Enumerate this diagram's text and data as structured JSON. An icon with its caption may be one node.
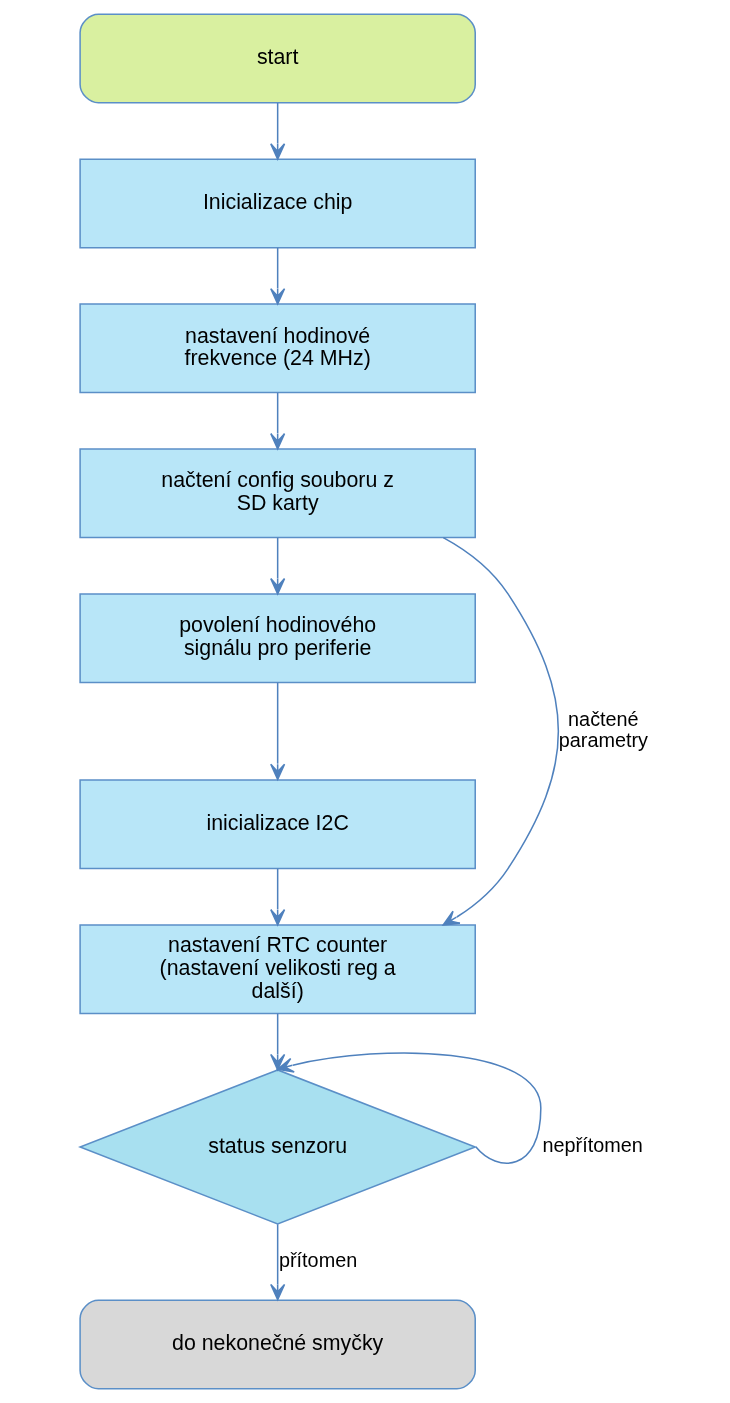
{
  "diagram": {
    "nodes": [
      {
        "text": [
          "start"
        ]
      },
      {
        "text": [
          "Inicializace chip"
        ]
      },
      {
        "text": [
          "nastavení hodinové frekvence (24 MHz)"
        ]
      },
      {
        "text": [
          "načtení config souboru z SD karty"
        ]
      },
      {
        "text": [
          "povolení hodinového signálu pro periferie"
        ]
      },
      {
        "text": [
          "inicializace I2C"
        ]
      },
      {
        "text": [
          "nastavení RTC counter (nastavení velikosti reg a další)"
        ]
      },
      {
        "text": [
          "status senzoru"
        ]
      },
      {
        "text": [
          "do nekonečné smyčky"
        ]
      }
    ],
    "edges": [
      {
        "from": 0,
        "to": 1,
        "arrow": "to"
      },
      {
        "from": 1,
        "to": 2,
        "arrow": "to"
      },
      {
        "from": 2,
        "to": 3,
        "arrow": "to"
      },
      {
        "from": 3,
        "to": 4,
        "arrow": "to"
      },
      {
        "from": 4,
        "to": 5,
        "arrow": "to"
      },
      {
        "from": 5,
        "to": 6,
        "arrow": "to"
      },
      {
        "from": 3,
        "to": 6,
        "arrow": "to",
        "label": "načtené parametry"
      },
      {
        "from": 6,
        "to": 7,
        "arrow": "to"
      },
      {
        "from": 7,
        "to": 7,
        "arrow": "to",
        "label": "nepřítomen"
      },
      {
        "from": 7,
        "to": 8,
        "arrow": "to",
        "label": "přítomen"
      }
    ]
  }
}
